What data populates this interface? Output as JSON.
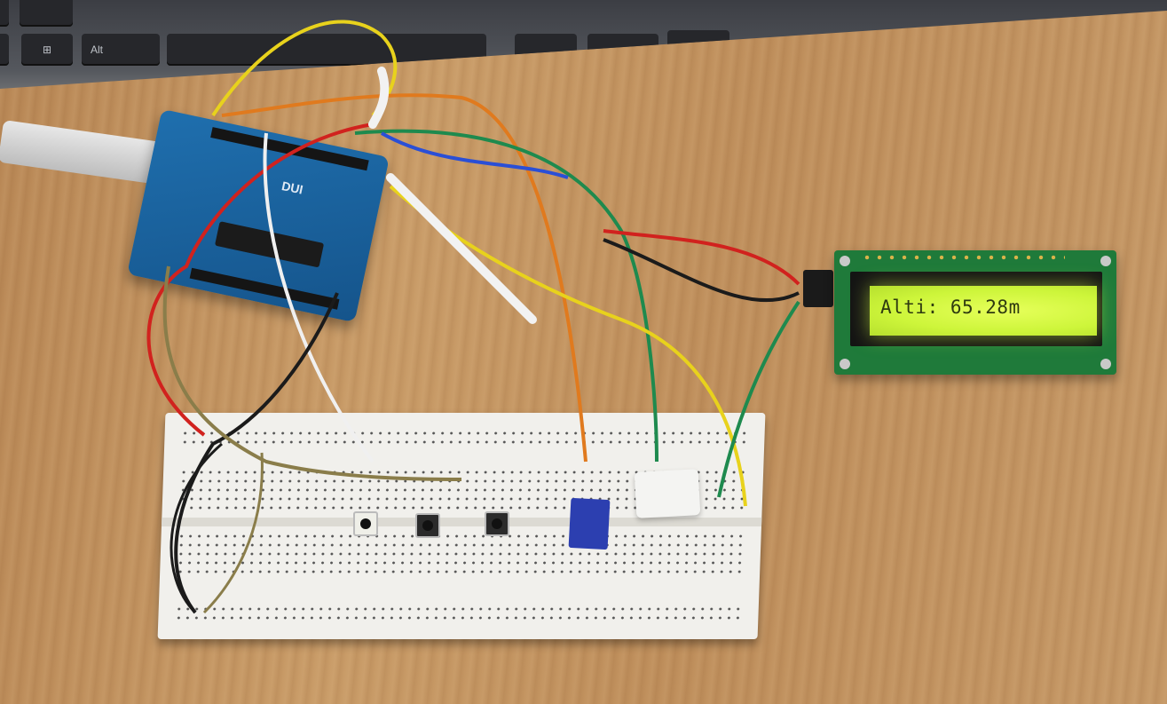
{
  "keyboard": {
    "alt_key": "Alt",
    "keys": [
      "",
      "",
      "Alt",
      "",
      "",
      "",
      ""
    ]
  },
  "board": {
    "brand_label": "DUI"
  },
  "lcd": {
    "readout": "Alti: 65.28m",
    "backlight_color": "#d8ff45"
  },
  "wire_colors": [
    "#e8d21c",
    "#e07a1e",
    "#1e8a4e",
    "#d1221e",
    "#f0f0f0",
    "#1b1b1b",
    "#2a4fd6"
  ]
}
